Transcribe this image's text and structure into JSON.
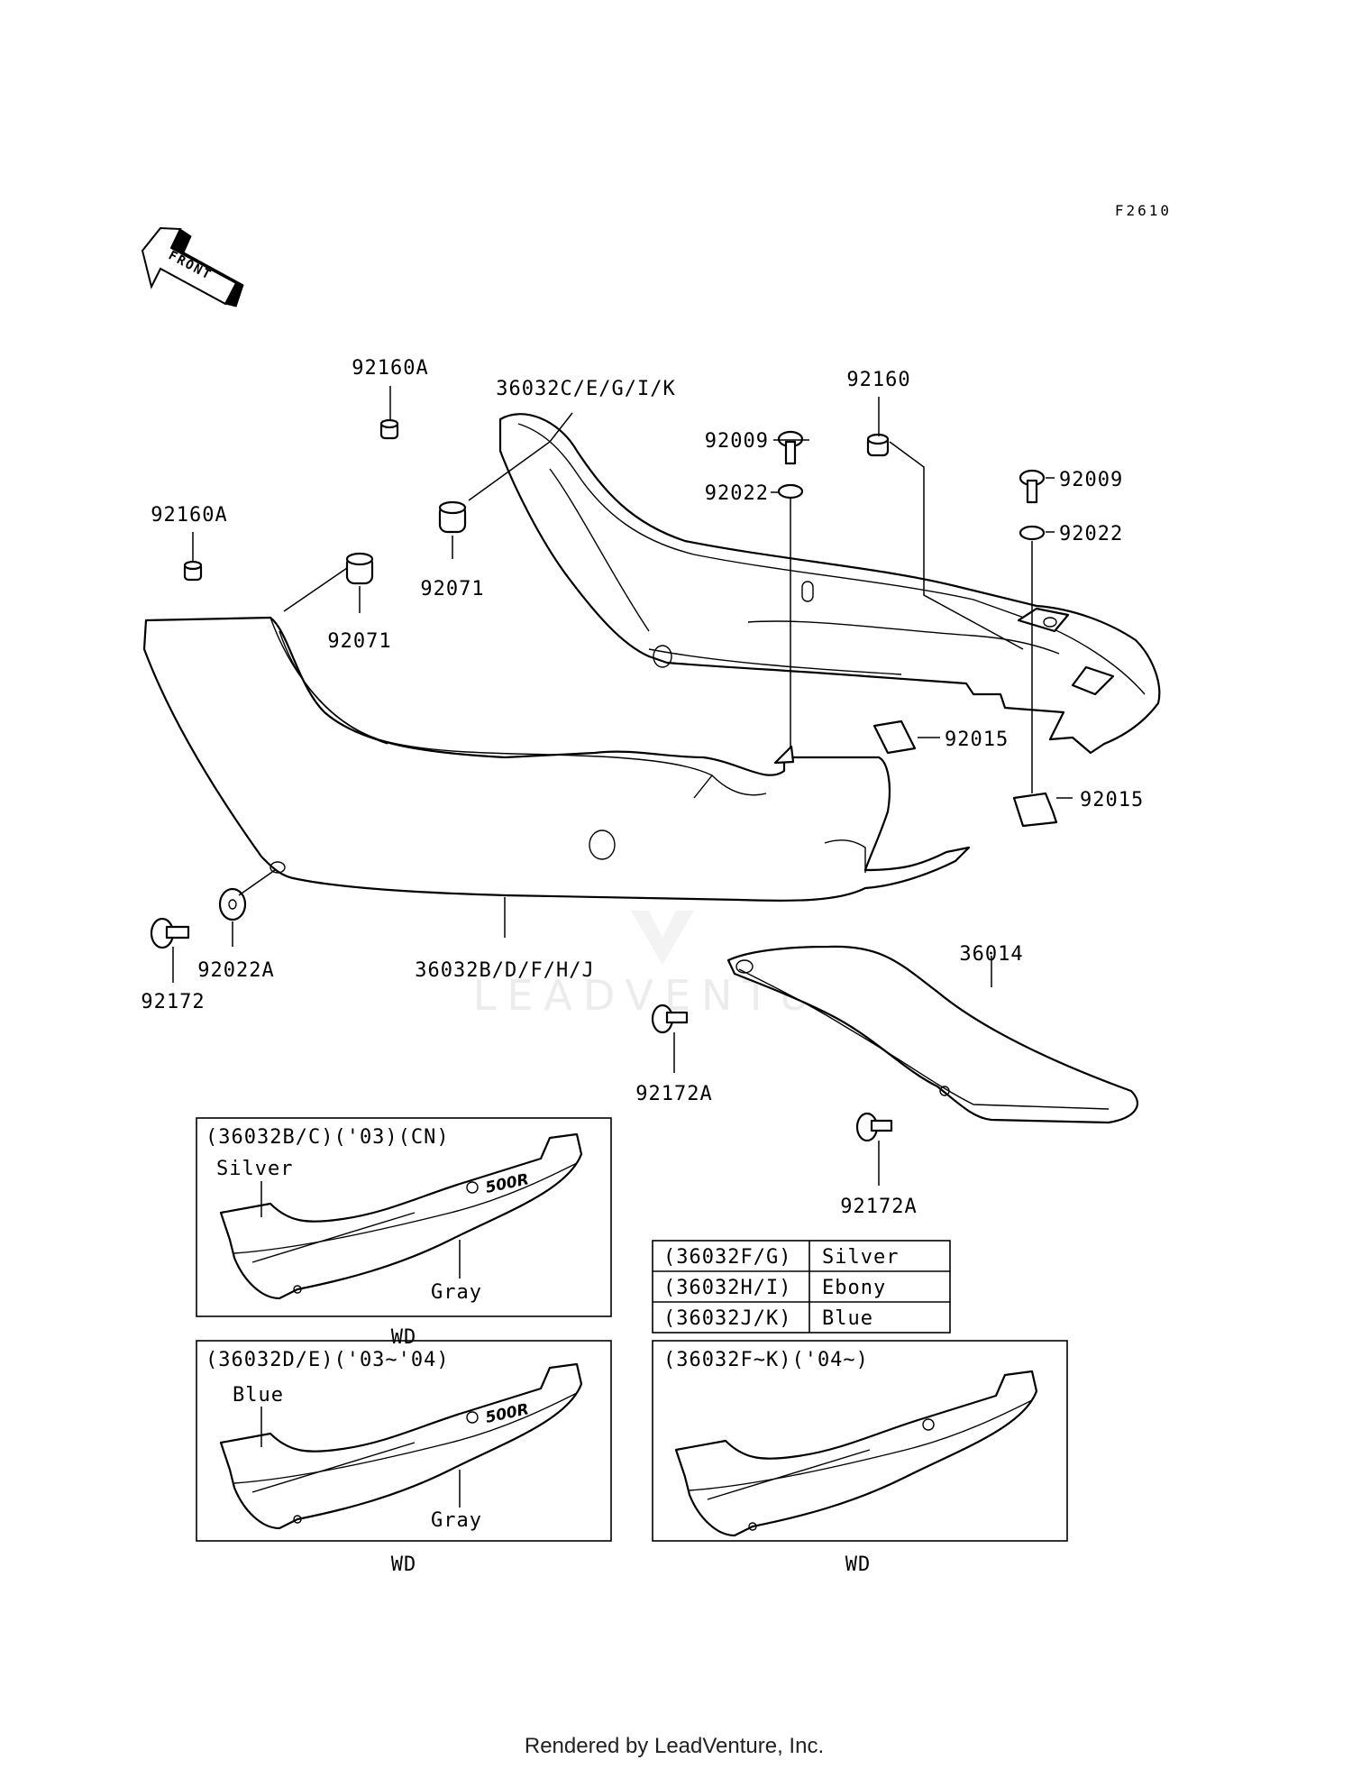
{
  "diagram": {
    "code": "F2610",
    "front_label": "FRONT",
    "watermark": "LEADVENTURE",
    "footer": "Rendered by LeadVenture, Inc.",
    "callouts": [
      {
        "id": "c1",
        "text": "92160A"
      },
      {
        "id": "c2",
        "text": "36032C/E/G/I/K"
      },
      {
        "id": "c3",
        "text": "92160"
      },
      {
        "id": "c4",
        "text": "92009"
      },
      {
        "id": "c5",
        "text": "92022"
      },
      {
        "id": "c6",
        "text": "92009"
      },
      {
        "id": "c7",
        "text": "92022"
      },
      {
        "id": "c8",
        "text": "92160A"
      },
      {
        "id": "c9",
        "text": "92071"
      },
      {
        "id": "c10",
        "text": "92071"
      },
      {
        "id": "c11",
        "text": "92015"
      },
      {
        "id": "c12",
        "text": "92015"
      },
      {
        "id": "c13",
        "text": "92172"
      },
      {
        "id": "c14",
        "text": "92022A"
      },
      {
        "id": "c15",
        "text": "36032B/D/F/H/J"
      },
      {
        "id": "c16",
        "text": "36014"
      },
      {
        "id": "c17",
        "text": "92172A"
      },
      {
        "id": "c18",
        "text": "92172A"
      }
    ],
    "variants": [
      {
        "title": "(36032B/C)('03)(CN)",
        "color_a": "Silver",
        "color_b": "Gray",
        "badge": "500R",
        "footnote": "WD"
      },
      {
        "title": "(36032D/E)('03~'04)",
        "color_a": "Blue",
        "color_b": "Gray",
        "badge": "500R",
        "footnote": "WD"
      },
      {
        "title": "(36032F~K)('04~)",
        "footnote": "WD"
      }
    ],
    "color_table": [
      {
        "part": "(36032F/G)",
        "color": "Silver"
      },
      {
        "part": "(36032H/I)",
        "color": "Ebony"
      },
      {
        "part": "(36032J/K)",
        "color": "Blue"
      }
    ]
  }
}
